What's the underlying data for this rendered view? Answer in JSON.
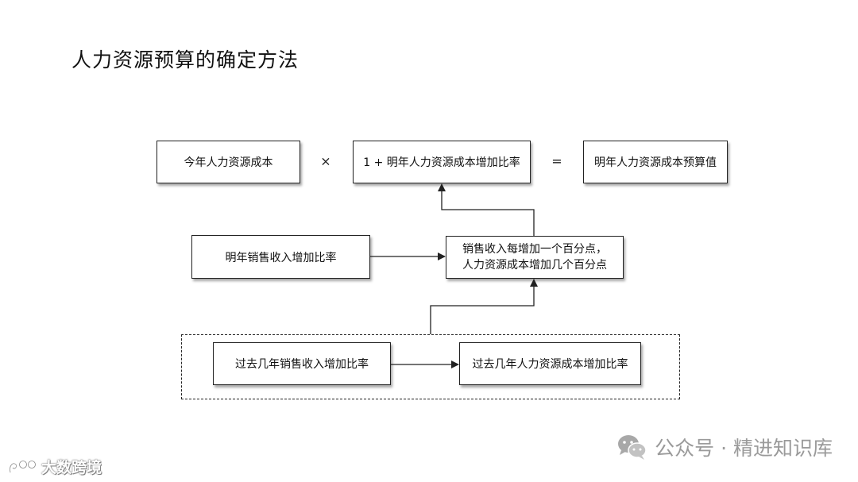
{
  "title": "人力资源预算的确定方法",
  "boxes": {
    "current_cost": "今年人力资源成本",
    "growth_factor": "1 + 明年人力资源成本增加比率",
    "budget_value": "明年人力资源成本预算值",
    "sales_growth": "明年销售收入增加比率",
    "ratio_line1": "销售收入每增加一个百分点，",
    "ratio_line2": "人力资源成本增加几个百分点",
    "past_sales": "过去几年销售收入增加比率",
    "past_hr": "过去几年人力资源成本增加比率"
  },
  "operators": {
    "multiply": "×",
    "equals": "="
  },
  "watermarks": {
    "account": "公众号 · 精进知识库",
    "brand": "大数跨境"
  },
  "colors": {
    "line": "#222222",
    "watermark": "#9a9a9a"
  }
}
